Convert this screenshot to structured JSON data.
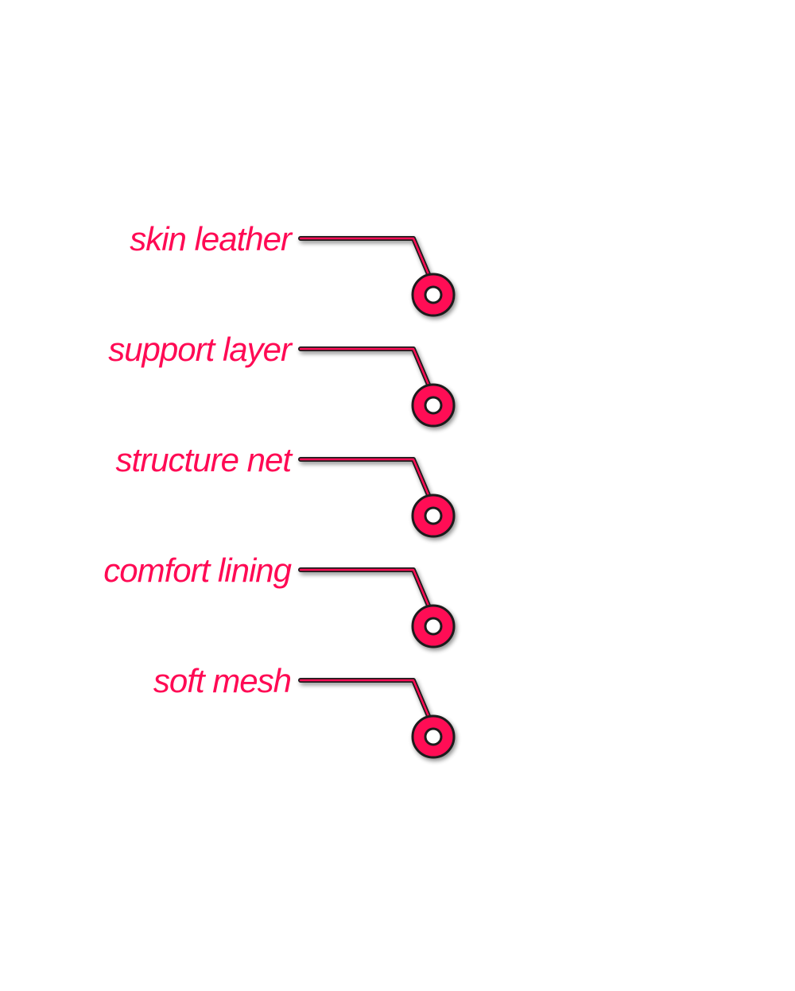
{
  "labels": [
    {
      "id": "skin-leather",
      "text": "skin leather"
    },
    {
      "id": "support-layer",
      "text": "support layer"
    },
    {
      "id": "structure-net",
      "text": "structure net"
    },
    {
      "id": "comfort-lining",
      "text": "comfort lining"
    },
    {
      "id": "soft-mesh",
      "text": "soft mesh"
    }
  ],
  "colors": {
    "accent": "#ff0a54",
    "outline": "#1a1a1a",
    "background": "#ffffff"
  }
}
